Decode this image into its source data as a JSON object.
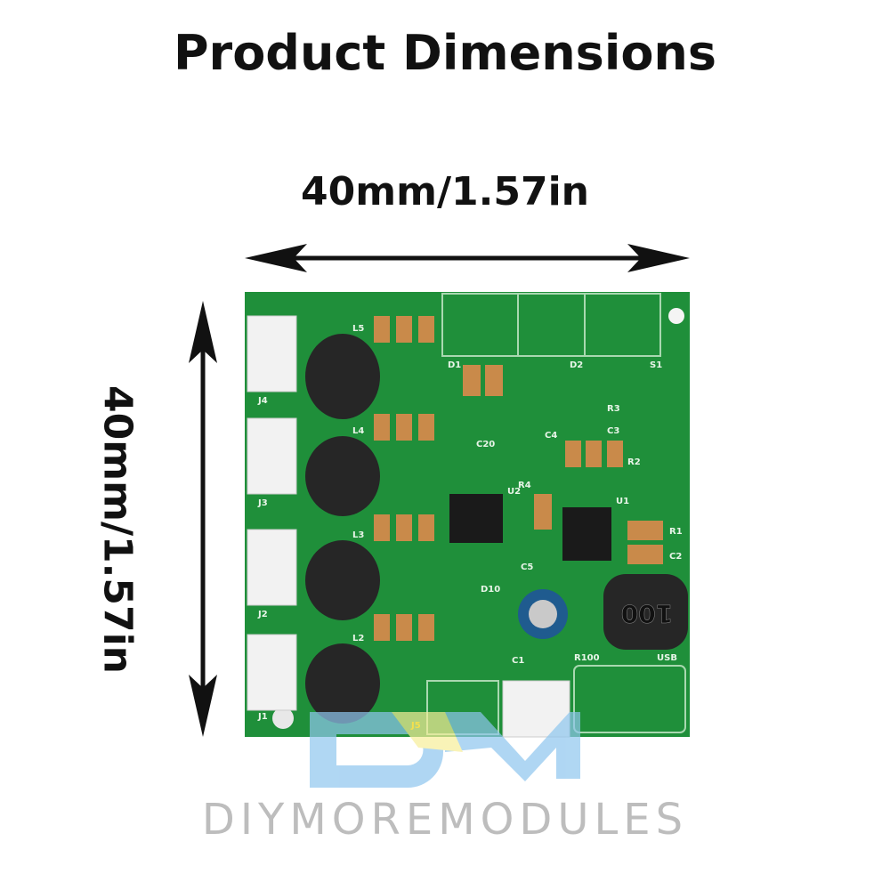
{
  "title": "Product Dimensions",
  "dimensions": {
    "width_label": "40mm/1.57in",
    "height_label": "40mm/1.57in"
  },
  "board": {
    "color": "#1f8f3a",
    "inductor_marking": "100",
    "silkscreen": [
      "J1",
      "J2",
      "J3",
      "J4",
      "J5",
      "L2",
      "L3",
      "L4",
      "L5",
      "D1",
      "D2",
      "S1",
      "U1",
      "U2",
      "D10",
      "C1",
      "C2",
      "C3",
      "C4",
      "C5",
      "C20",
      "R1",
      "R2",
      "R3",
      "R4",
      "R100",
      "USB"
    ]
  },
  "watermark": {
    "logo": "DM",
    "text": "DIYMOREMODULES",
    "logo_color": "#8ec6ee"
  }
}
